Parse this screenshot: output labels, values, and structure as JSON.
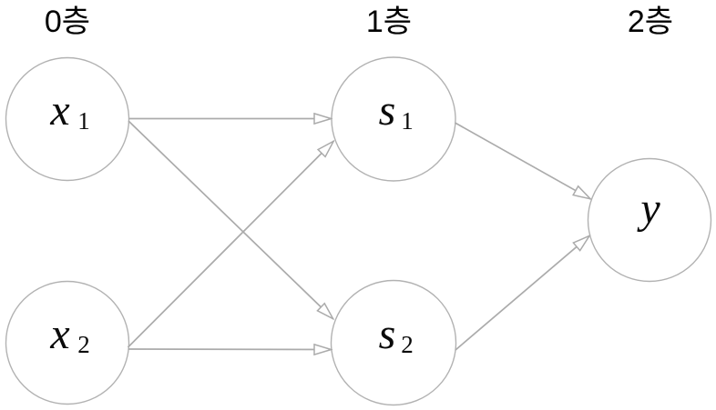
{
  "diagram": {
    "description_type": "neural-network-layer-diagram",
    "layers": [
      {
        "label": "0층"
      },
      {
        "label": "1층"
      },
      {
        "label": "2층"
      }
    ],
    "nodes": [
      {
        "id": "x1",
        "base": "x",
        "sub": "1",
        "layer": "0층"
      },
      {
        "id": "x2",
        "base": "x",
        "sub": "2",
        "layer": "0층"
      },
      {
        "id": "s1",
        "base": "s",
        "sub": "1",
        "layer": "1층"
      },
      {
        "id": "s2",
        "base": "s",
        "sub": "2",
        "layer": "1층"
      },
      {
        "id": "y",
        "base": "y",
        "sub": "",
        "layer": "2층"
      }
    ],
    "edges": [
      {
        "from": "x1",
        "to": "s1"
      },
      {
        "from": "x1",
        "to": "s2"
      },
      {
        "from": "x2",
        "to": "s1"
      },
      {
        "from": "x2",
        "to": "s2"
      },
      {
        "from": "s1",
        "to": "y"
      },
      {
        "from": "s2",
        "to": "y"
      }
    ],
    "colors": {
      "edge": "#ababab",
      "node_stroke": "#b2b2b2",
      "text": "#000000",
      "background": "#ffffff"
    }
  }
}
